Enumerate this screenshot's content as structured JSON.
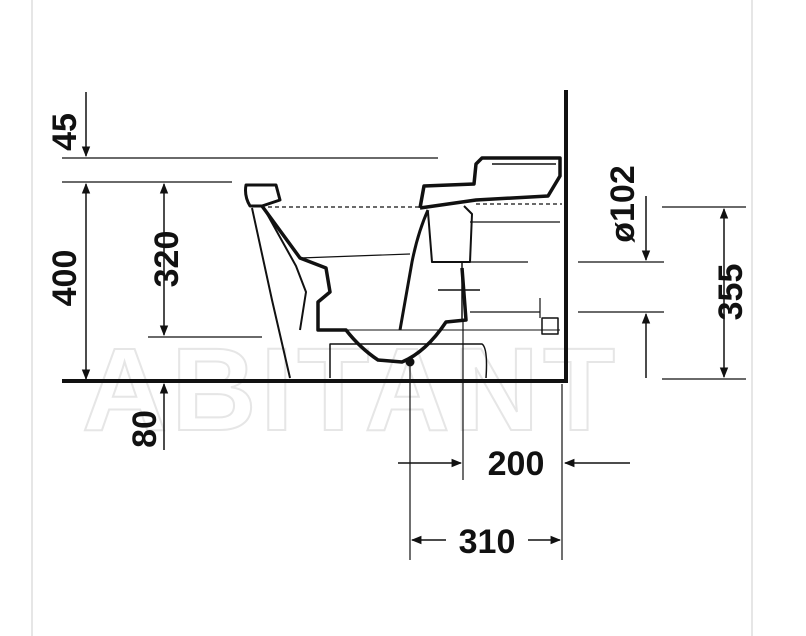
{
  "watermark": "ABITANT",
  "dimensions": {
    "d45": "45",
    "d400": "400",
    "d320": "320",
    "d80": "80",
    "d102": "ø102",
    "d355": "355",
    "d200": "200",
    "d310": "310"
  },
  "colors": {
    "line": "#111111",
    "frame": "#cccccc",
    "watermark_stroke": "#e6e6e6"
  }
}
